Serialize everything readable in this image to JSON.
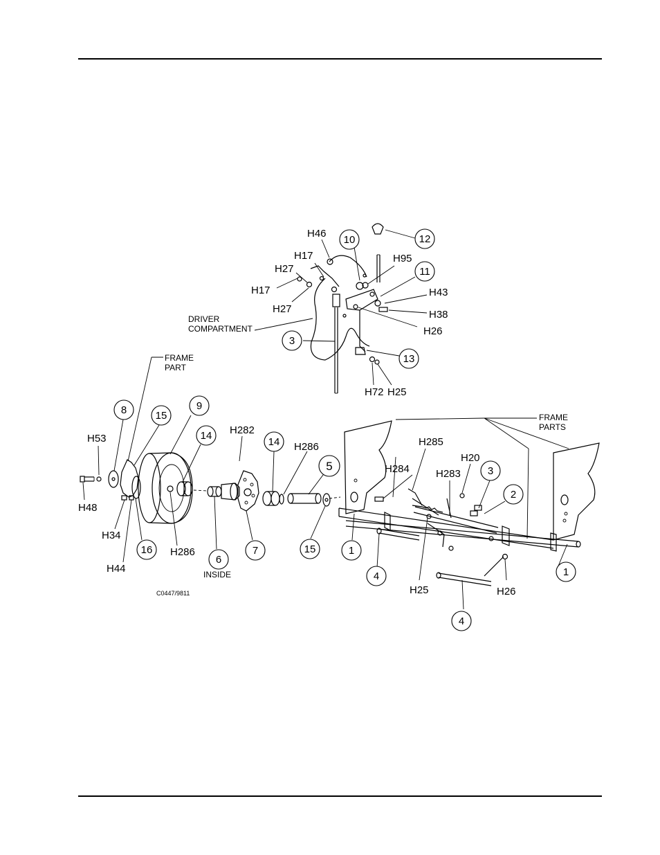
{
  "drawing_code": "C0447/9811",
  "bubbles": {
    "b10": "10",
    "b12": "12",
    "b11": "11",
    "b3_top": "3",
    "b13": "13",
    "b8": "8",
    "b15_left": "15",
    "b9": "9",
    "b14_left": "14",
    "b14_mid": "14",
    "b5": "5",
    "b3_right": "3",
    "b2": "2",
    "b16": "16",
    "b6": "6",
    "b7": "7",
    "b15_mid": "15",
    "b1_left": "1",
    "b4_left": "4",
    "b1_right": "1",
    "b4_bottom": "4"
  },
  "hardware": {
    "h46": "H46",
    "h17_a": "H17",
    "h95": "H95",
    "h27_a": "H27",
    "h17_b": "H17",
    "h43": "H43",
    "h27_b": "H27",
    "h38": "H38",
    "h26_top": "H26",
    "h72": "H72",
    "h25_top": "H25",
    "h53": "H53",
    "h48": "H48",
    "h34": "H34",
    "h44": "H44",
    "h286_left": "H286",
    "h282": "H282",
    "h286_mid": "H286",
    "h285": "H285",
    "h284": "H284",
    "h20": "H20",
    "h283": "H283",
    "h25_bottom": "H25",
    "h26_bottom": "H26"
  },
  "notes": {
    "driver_1": "DRIVER",
    "driver_2": "COMPARTMENT",
    "frame_part_1": "FRAME",
    "frame_part_2": "PART",
    "frame_parts_1": "FRAME",
    "frame_parts_2": "PARTS",
    "inside": "INSIDE"
  }
}
